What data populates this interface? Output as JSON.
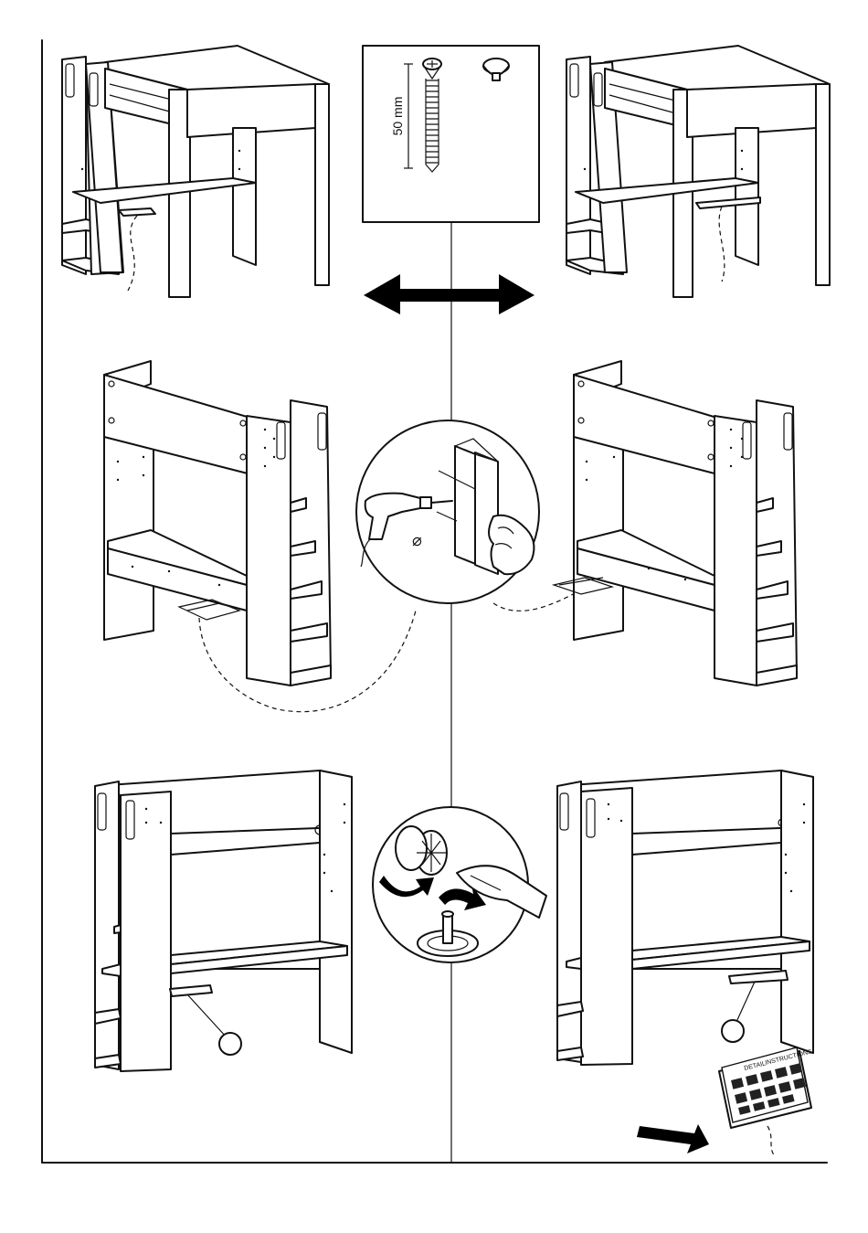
{
  "document": {
    "type": "assembly-instruction-page",
    "screw_length_label": "50 mm",
    "drill_symbol": "⌀",
    "sheet_text_left": "DETAIL",
    "sheet_text_right": "INSTRUCTIONS"
  }
}
